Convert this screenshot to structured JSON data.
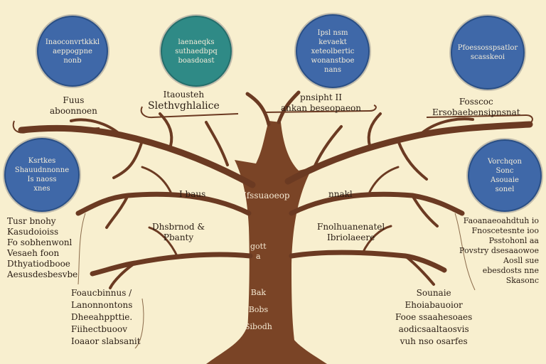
{
  "colors": {
    "background": "#f8efcf",
    "trunk": "#7a4426",
    "branch": "#6b3a22",
    "circle_blue": "#3f68a8",
    "circle_teal": "#2f8a86",
    "circle_border": "#2a4f85"
  },
  "circles": [
    {
      "id": "top-1",
      "lines": [
        "Inaoconvrtkkkl",
        "aeppogpne",
        "nonb"
      ]
    },
    {
      "id": "top-2",
      "lines": [
        "laenaeqks",
        "suthaedbpq",
        "boasdoast"
      ]
    },
    {
      "id": "top-3",
      "lines": [
        "Ipsl nsm",
        "kevaekt",
        "xeteolbertic",
        "wonanstboe",
        "nans"
      ]
    },
    {
      "id": "top-4",
      "lines": [
        "Pfoessosspsatlor",
        "scasskeoi"
      ]
    },
    {
      "id": "left",
      "lines": [
        "Ksrtkes",
        "Shauudnnonne",
        "Is naoss",
        "xnes"
      ]
    },
    {
      "id": "right",
      "lines": [
        "Vorchqon",
        "Sonc",
        "Asouaie",
        "sonel"
      ]
    }
  ],
  "labels": {
    "top_left": [
      "Fuus",
      "aboonnoen"
    ],
    "top_center_left": [
      "Itaousteh",
      "Slethvghlalice"
    ],
    "top_center_right": [
      "pnsipht II",
      "ankan beseopaeon"
    ],
    "top_right": [
      "Fosscoc",
      "Ersobaebensipnsnat"
    ],
    "mid_left_a": [
      "I baus"
    ],
    "mid_left_b": [
      "Dhsbrnod &",
      "Pbanty"
    ],
    "trunk_top": [
      "Ifssuaoeop"
    ],
    "mid_right_a": [
      "nnakl"
    ],
    "mid_right_b": [
      "Fnolhuanenatel",
      "Ibriolaeere"
    ],
    "trunk_mid": [
      "gott",
      "a"
    ],
    "trunk_low": [
      "Bak",
      "Bobs",
      "Sibodh"
    ],
    "left_list": [
      "Tusr bnohy",
      "Kasudoioiss",
      "Fo sobhenwonl",
      "Vesaeh foon",
      "Dthyatiodbooe",
      "Aesusdesbesvbe"
    ],
    "right_list": [
      "Faoanaeoahdtuh io",
      "Fnoscetesnte ioo",
      "Psstohonl aa",
      "Povstry dsesaaowoe",
      "Aosll sue",
      "ebesdosts nne",
      "Skasonc"
    ],
    "bottom_left": [
      "Foaucbinnus /",
      "Lanonnontons",
      "Dheeahppttie.",
      "Fiihectbuoov",
      "Ioaaor slabsanit"
    ],
    "bottom_right": [
      "Sounaie",
      "Ehoiabauoior",
      "Fooe ssaahesoaes",
      "aodicsaaltaosvis",
      "vuh nso osarfes"
    ]
  }
}
